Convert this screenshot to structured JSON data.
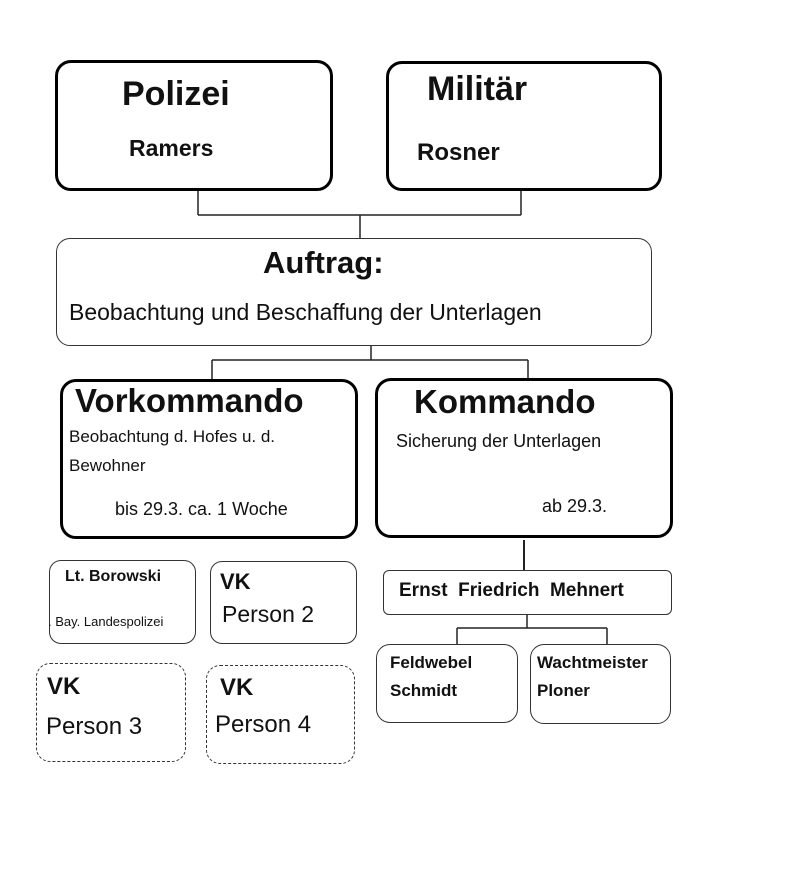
{
  "polizei": {
    "title": "Polizei",
    "name": "Ramers"
  },
  "militaer": {
    "title": "Militär",
    "name": "Rosner"
  },
  "auftrag": {
    "title": "Auftrag:",
    "text": "Beobachtung und Beschaffung der Unterlagen"
  },
  "vorkommando": {
    "title": "Vorkommando",
    "line1": "Beobachtung d. Hofes  u. d.",
    "line2": "Bewohner",
    "period": "bis 29.3. ca. 1 Woche"
  },
  "kommando": {
    "title": "Kommando",
    "text": "Sicherung der Unterlagen",
    "period": "ab 29.3."
  },
  "borowski": {
    "name": "Lt. Borowski",
    "org": ". Bay. Landespolizei"
  },
  "vk2": {
    "tag": "VK",
    "person": "Person 2"
  },
  "vk3": {
    "tag": "VK",
    "person": "Person 3"
  },
  "vk4": {
    "tag": "VK",
    "person": "Person 4"
  },
  "mehnert": {
    "name": "Ernst  Friedrich  Mehnert"
  },
  "schmidt": {
    "rank": "Feldwebel",
    "name": "Schmidt"
  },
  "ploner": {
    "rank": "Wachtmeister",
    "name": "Ploner"
  }
}
